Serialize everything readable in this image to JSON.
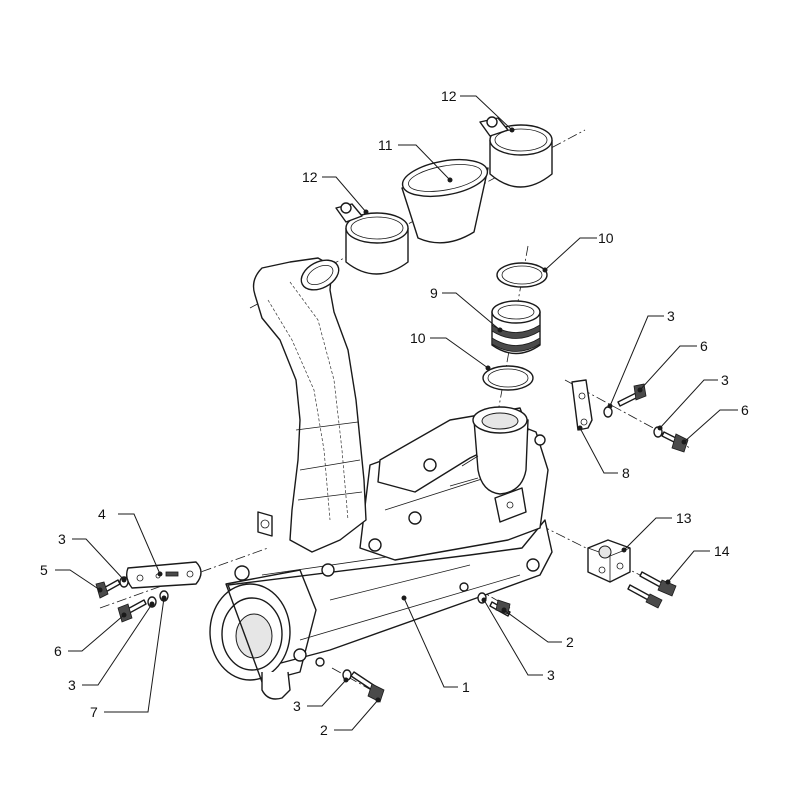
{
  "callouts": {
    "c1": "1",
    "c2a": "2",
    "c2b": "2",
    "c3a": "3",
    "c3b": "3",
    "c3c": "3",
    "c3d": "3",
    "c3e": "3",
    "c3f": "3",
    "c4": "4",
    "c5": "5",
    "c6a": "6",
    "c6b": "6",
    "c6c": "6",
    "c7": "7",
    "c8": "8",
    "c9": "9",
    "c10a": "10",
    "c10b": "10",
    "c11": "11",
    "c12a": "12",
    "c12b": "12",
    "c13": "13",
    "c14": "14"
  },
  "colors": {
    "line": "#1a1a1a",
    "shade": "#e6e6e6",
    "background": "#ffffff"
  }
}
